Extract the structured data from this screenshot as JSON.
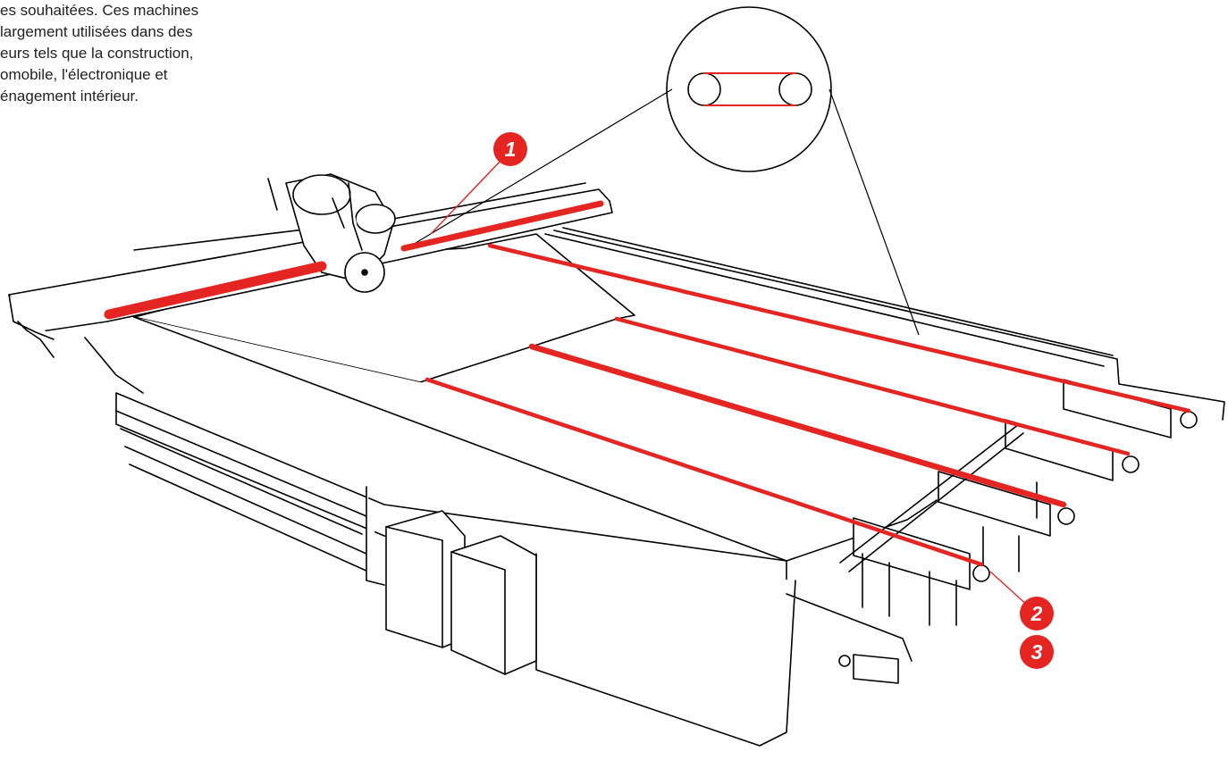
{
  "description_lines": [
    "es souhaitées. Ces machines",
    " largement utilisées dans des",
    "eurs tels que la construction,",
    "omobile, l'électronique et",
    "énagement intérieur."
  ],
  "callouts": [
    "1",
    "2",
    "3"
  ],
  "colors": {
    "accent": "#e52521",
    "line": "#000000",
    "background": "#ffffff"
  }
}
